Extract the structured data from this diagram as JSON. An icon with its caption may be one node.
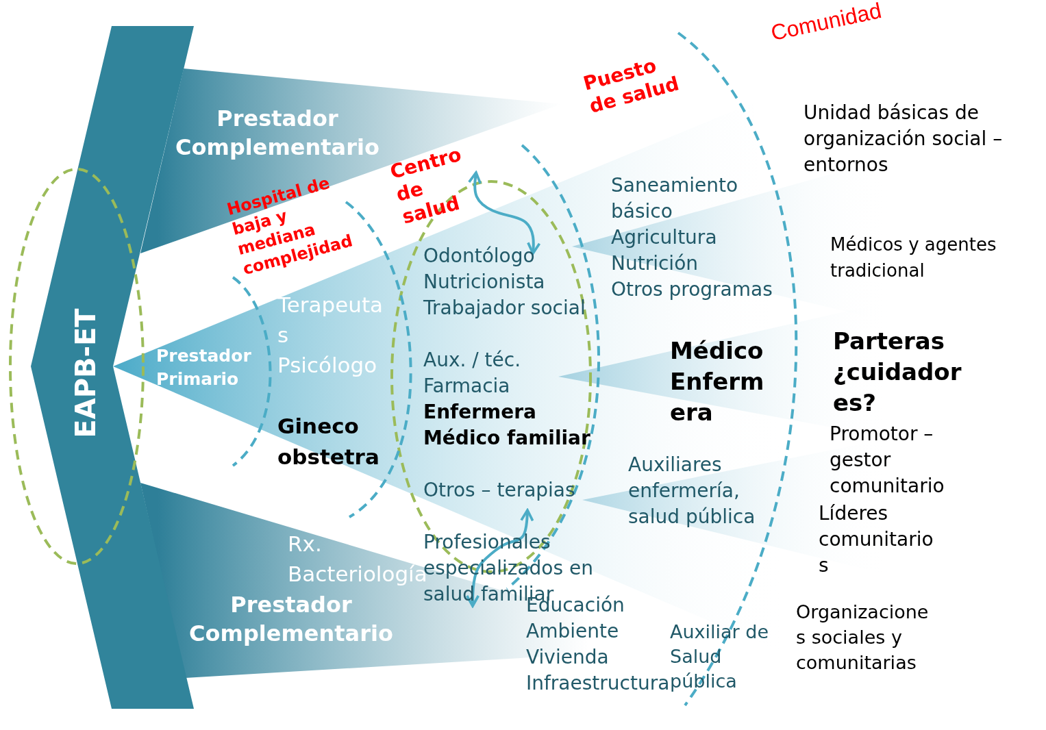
{
  "diagram": {
    "nodes": [
      {
        "text": [
          "EAPB-ET"
        ]
      },
      {
        "text": [
          "Prestador Complementario"
        ]
      },
      {
        "text": [
          "Prestador Primario"
        ]
      },
      {
        "text": [
          "Prestador Complementario"
        ]
      }
    ],
    "edges": [
      {
        "from": 1,
        "to": 2,
        "arrow": "both"
      },
      {
        "from": 2,
        "to": 3,
        "arrow": "both"
      }
    ],
    "labels": [
      "Comunidad",
      "Puesto de salud",
      "Unidad básicas de organización social – entornos",
      "Centro de salud",
      "Hospital de baja y mediana complejidad",
      "Saneamiento básico",
      "Agricultura",
      "Nutrición",
      "Otros programas",
      "Médicos y agentes tradicional",
      "Odontólogo",
      "Nutricionista",
      "Trabajador social",
      "Terapeutas",
      "Aux. / téc. Farmacia",
      "Psicólogo",
      "Parteras ¿cuidadores?",
      "Médico",
      "Enfermera",
      "Enfermera",
      "Gineco obstetra",
      "Médico familiar",
      "Promotor – gestor comunitario",
      "Auxiliares enfermería, salud pública",
      "Otros – terapias",
      "Líderes comunitarios",
      "Rx. Bacteriología",
      "Profesionales especializados en salud familiar",
      "Educación",
      "Ambiente",
      "Vivienda",
      "Infraestructura",
      "Organizaciones sociales y comunitarias",
      "Auxiliar de Salud pública"
    ]
  }
}
